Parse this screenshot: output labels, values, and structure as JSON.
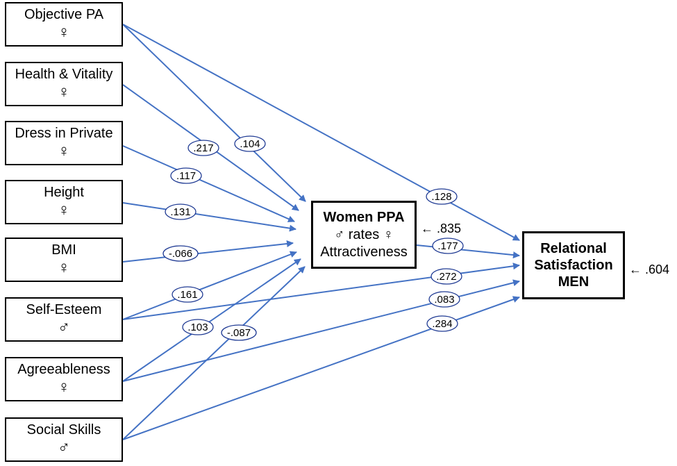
{
  "diagram_type": "path diagram",
  "colors": {
    "arrow": "#4472C4",
    "box_border": "#000000",
    "label_border": "#1F3A93"
  },
  "predictors": [
    {
      "id": "objective-pa",
      "label": "Objective PA",
      "symbol": "♀"
    },
    {
      "id": "health-vitality",
      "label": "Health & Vitality",
      "symbol": "♀"
    },
    {
      "id": "dress-in-private",
      "label": "Dress in Private",
      "symbol": "♀"
    },
    {
      "id": "height",
      "label": "Height",
      "symbol": "♀"
    },
    {
      "id": "bmi",
      "label": "BMI",
      "symbol": "♀"
    },
    {
      "id": "self-esteem",
      "label": "Self-Esteem",
      "symbol": "♂"
    },
    {
      "id": "agreeableness",
      "label": "Agreeableness",
      "symbol": "♀"
    },
    {
      "id": "social-skills",
      "label": "Social Skills",
      "symbol": "♂"
    }
  ],
  "mediator": {
    "line1": "Women PPA",
    "line2": "♂ rates ♀",
    "line3": "Attractiveness",
    "residual": "← .835"
  },
  "outcome": {
    "line1": "Relational",
    "line2": "Satisfaction",
    "line3": "MEN",
    "residual": "← .604"
  },
  "paths": [
    {
      "from": "objective-pa",
      "to": "mediator",
      "label": ".104"
    },
    {
      "from": "health-vitality",
      "to": "mediator",
      "label": ".217"
    },
    {
      "from": "dress-in-private",
      "to": "mediator",
      "label": ".117"
    },
    {
      "from": "height",
      "to": "mediator",
      "label": ".131"
    },
    {
      "from": "bmi",
      "to": "mediator",
      "label": "-.066"
    },
    {
      "from": "self-esteem",
      "to": "mediator",
      "label": ".161"
    },
    {
      "from": "agreeableness",
      "to": "mediator",
      "label": ".103"
    },
    {
      "from": "social-skills",
      "to": "mediator",
      "label": "-.087"
    },
    {
      "from": "objective-pa",
      "to": "outcome",
      "label": ".128"
    },
    {
      "from": "mediator",
      "to": "outcome",
      "label": ".177"
    },
    {
      "from": "self-esteem",
      "to": "outcome",
      "label": ".272"
    },
    {
      "from": "agreeableness",
      "to": "outcome",
      "label": ".083"
    },
    {
      "from": "social-skills",
      "to": "outcome",
      "label": ".284"
    }
  ]
}
